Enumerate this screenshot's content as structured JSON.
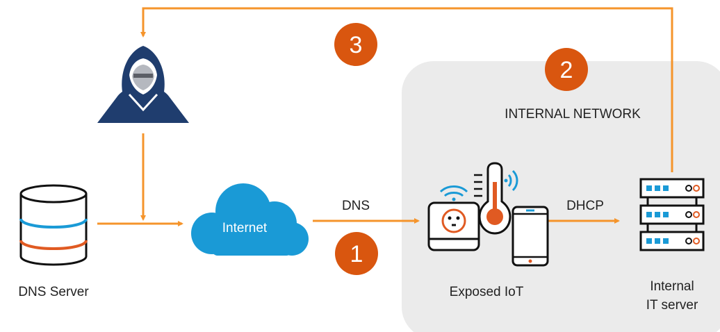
{
  "colors": {
    "accent": "#F5942B",
    "badge": "#D9560F",
    "network_bg": "#EBEBEB",
    "cloud": "#1A9AD6",
    "attacker": "#1F3D6E",
    "server_blue": "#1A9AD6",
    "server_orange": "#E05A22",
    "stroke": "#111111"
  },
  "icons": {
    "attacker": "hooded-hacker-icon",
    "dns_server": "database-icon",
    "internet": "cloud-icon",
    "iot_plug": "smart-plug-icon",
    "iot_thermometer": "thermometer-icon",
    "iot_tablet": "tablet-icon",
    "it_server": "server-rack-icon"
  },
  "labels": {
    "internet": "Internet",
    "dns_server": "DNS Server",
    "exposed_iot": "Exposed IoT",
    "internal_server_line1": "Internal",
    "internal_server_line2": "IT server",
    "internal_network": "INTERNAL NETWORK",
    "dns_flow": "DNS",
    "dhcp_flow": "DHCP"
  },
  "steps": [
    {
      "num": "1"
    },
    {
      "num": "2"
    },
    {
      "num": "3"
    }
  ]
}
